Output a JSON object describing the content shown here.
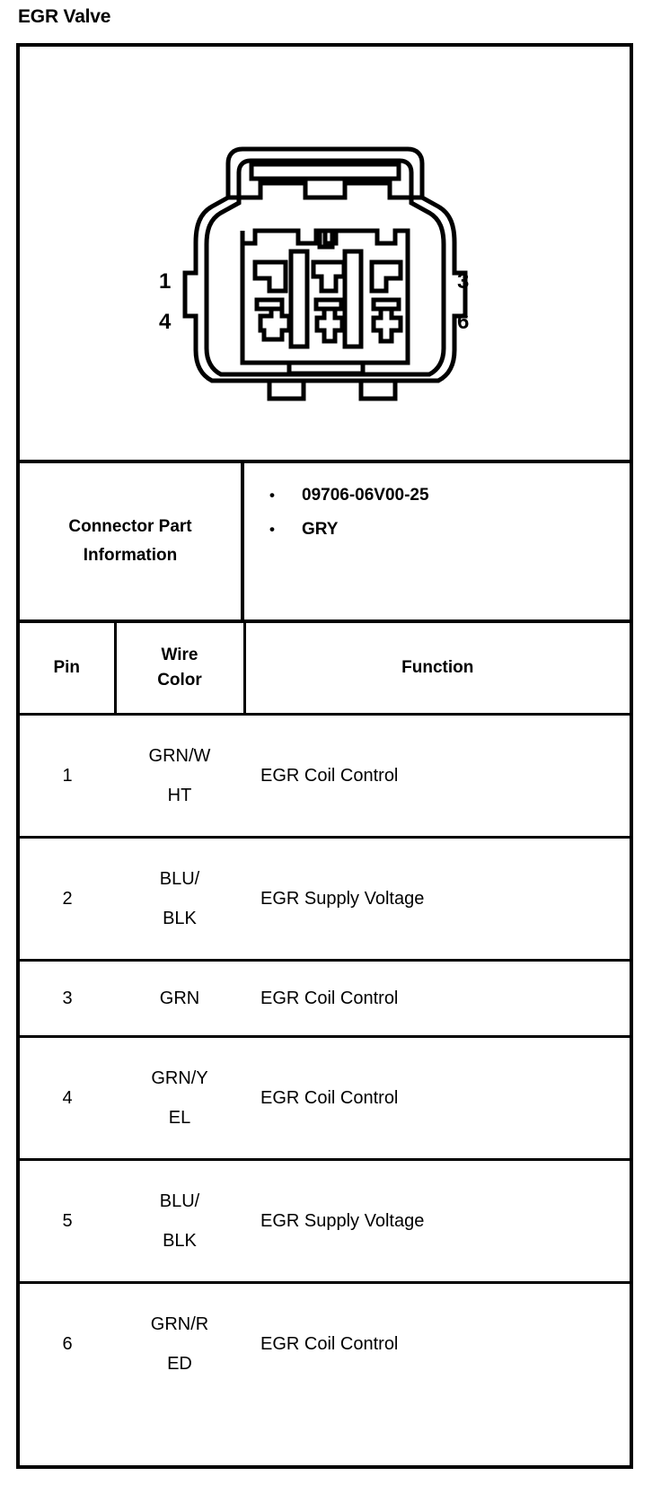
{
  "document": {
    "title": "EGR Valve"
  },
  "connector_diagram": {
    "name": "connector-face-view",
    "callouts": [
      {
        "label": "1",
        "position": "top-left"
      },
      {
        "label": "4",
        "position": "bottom-left"
      },
      {
        "label": "3",
        "position": "top-right"
      },
      {
        "label": "6",
        "position": "bottom-right"
      }
    ]
  },
  "connector_part_information": {
    "label_line1": "Connector Part",
    "label_line2": "Information",
    "bullet_glyph": "•",
    "values": [
      "09706-06V00-25",
      "GRY"
    ]
  },
  "pin_table": {
    "headers": {
      "pin": "Pin",
      "wire_color_line1": "Wire",
      "wire_color_line2": "Color",
      "function": "Function"
    },
    "rows": [
      {
        "pin": "1",
        "color_line1": "GRN/W",
        "color_line2": "HT",
        "function": "EGR Coil Control"
      },
      {
        "pin": "2",
        "color_line1": "BLU/",
        "color_line2": "BLK",
        "function": "EGR Supply Voltage"
      },
      {
        "pin": "3",
        "color_line1": "GRN",
        "color_line2": "",
        "function": "EGR Coil Control"
      },
      {
        "pin": "4",
        "color_line1": "GRN/Y",
        "color_line2": "EL",
        "function": "EGR Coil Control"
      },
      {
        "pin": "5",
        "color_line1": "BLU/",
        "color_line2": "BLK",
        "function": "EGR Supply Voltage"
      },
      {
        "pin": "6",
        "color_line1": "GRN/R",
        "color_line2": "ED",
        "function": "EGR Coil Control"
      }
    ]
  },
  "colors": {
    "ink": "#000000",
    "paper": "#ffffff"
  }
}
